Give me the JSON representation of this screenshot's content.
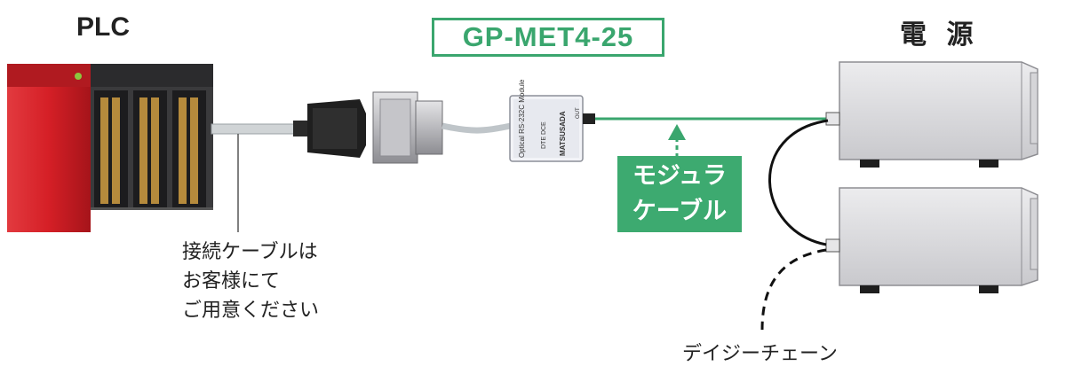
{
  "labels": {
    "plc": "PLC",
    "power_supply": "電 源",
    "model": "GP-MET4-25",
    "modular_cable": [
      "モジュラ",
      "ケーブル"
    ],
    "user_cable_note": [
      "接続ケーブルは",
      "お客様にて",
      "ご用意ください"
    ],
    "daisy_chain": "デイジーチェーン"
  },
  "device_print": {
    "module_name": "Optical RS-232C Module",
    "maker": "MATSUSADA",
    "switch_text": "DTE DCE",
    "port_text": "OUT"
  },
  "colors": {
    "accent_green": "#3aa66e",
    "plc_red": "#d51f26",
    "plc_dark": "#3a3a3c",
    "psu_gray": "#d9d9dc"
  }
}
